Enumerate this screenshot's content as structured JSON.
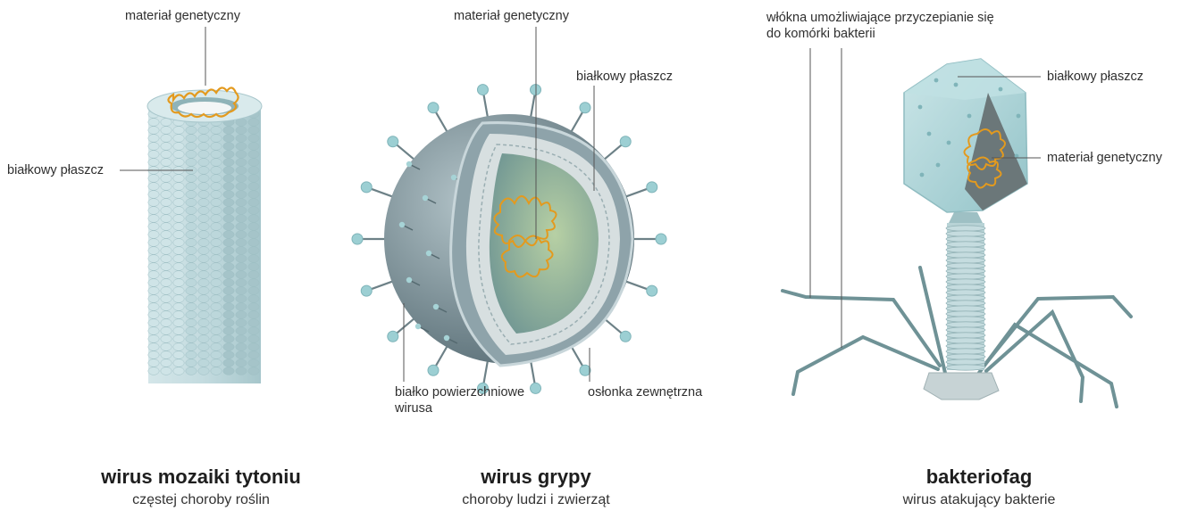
{
  "colors": {
    "protein": "#bfd9dd",
    "protein_dark": "#8fb3b8",
    "genetic": "#e39a1e",
    "envelope": "#7c949c",
    "capsid": "#a9d4d8",
    "leader": "#555555"
  },
  "tmv": {
    "label_genetic": "materiał genetyczny",
    "label_coat": "białkowy płaszcz",
    "title": "wirus mozaiki tytoniu",
    "subtitle": "częstej choroby roślin"
  },
  "flu": {
    "label_genetic": "materiał genetyczny",
    "label_coat": "białkowy płaszcz",
    "label_surface_line1": "białko powierzchniowe",
    "label_surface_line2": "wirusa",
    "label_envelope": "osłonka zewnętrzna",
    "title": "wirus grypy",
    "subtitle": "choroby ludzi i zwierząt"
  },
  "phage": {
    "label_fibers_line1": "włókna umożliwiające przyczepianie się",
    "label_fibers_line2": "do komórki bakterii",
    "label_coat": "białkowy płaszcz",
    "label_genetic": "materiał genetyczny",
    "title": "bakteriofag",
    "subtitle": "wirus atakujący bakterie"
  }
}
